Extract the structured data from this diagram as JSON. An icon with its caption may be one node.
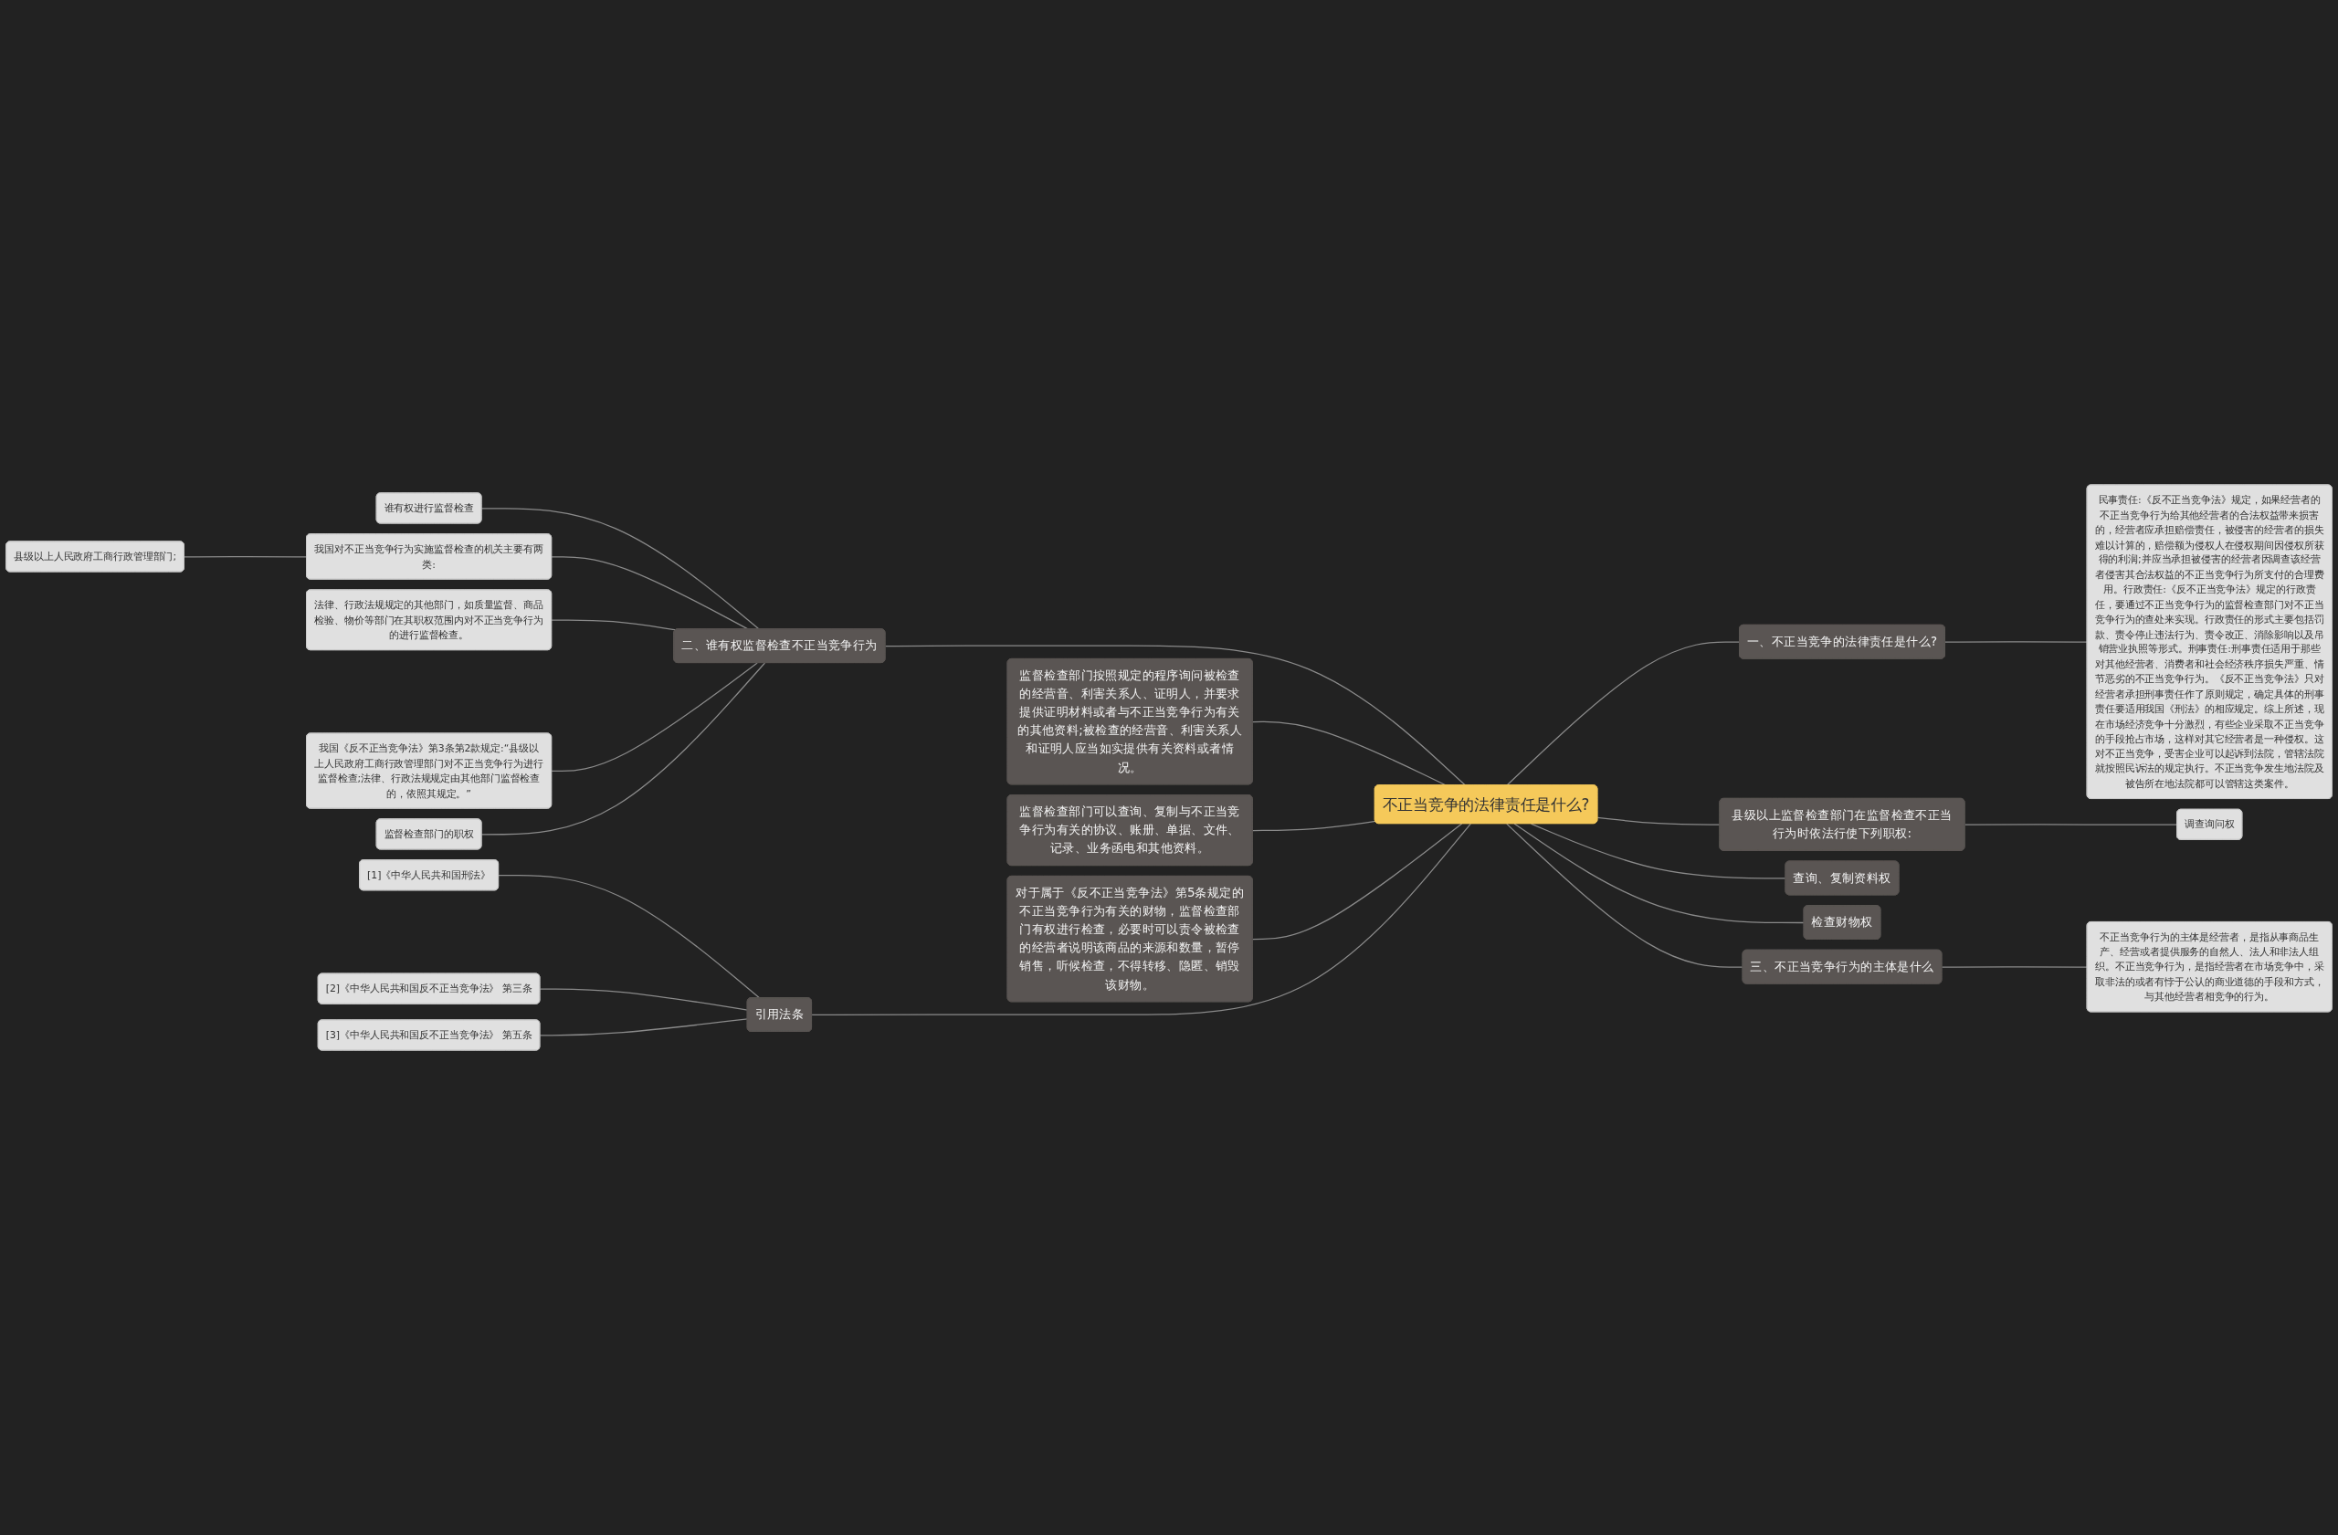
{
  "diagram": {
    "nodes": [
      {
        "text": [
          "不正当竞争的法律责任是什么?"
        ]
      },
      {
        "text": [
          "二、谁有权监督检查不正当竞争行为"
        ]
      },
      {
        "text": [
          "谁有权进行监督检查"
        ]
      },
      {
        "text": [
          "我国对不正当竞争行为实施监督检查的机关主要有两类:"
        ]
      },
      {
        "text": [
          "县级以上人民政府工商行政管理部门;"
        ]
      },
      {
        "text": [
          "法律、行政法规规定的其他部门，如质量监督、商品检验、物价等部门在其职权范围内对不正当竞争行为的进行监督检查。"
        ]
      },
      {
        "text": [
          "我国《反不正当竞争法》第3条第2款规定:“县级以上人民政府工商行政管理部门对不正当竞争行为进行监督检查;法律、行政法规规定由其他部门监督检查的，依照其规定。”"
        ]
      },
      {
        "text": [
          "监督检查部门的职权"
        ]
      },
      {
        "text": [
          "监督检查部门按照规定的程序询问被检查的经营音、利害关系人、证明人，并要求提供证明材料或者与不正当竞争行为有关的其他资料;被检查的经营音、利害关系人和证明人应当如实提供有关资料或者情况。"
        ]
      },
      {
        "text": [
          "监督检查部门可以查询、复制与不正当竞争行为有关的协议、账册、单据、文件、记录、业务函电和其他资料。"
        ]
      },
      {
        "text": [
          "对于属于《反不正当竞争法》第5条规定的不正当竞争行为有关的财物，监督检查部门有权进行检查，必要时可以责令被检查的经营者说明该商品的来源和数量，暂停销售，听候检查，不得转移、隐匿、销毁该财物。"
        ]
      },
      {
        "text": [
          "引用法条"
        ]
      },
      {
        "text": [
          "[1]《中华人民共和国刑法》"
        ]
      },
      {
        "text": [
          "[2]《中华人民共和国反不正当竞争法》 第三条"
        ]
      },
      {
        "text": [
          "[3]《中华人民共和国反不正当竞争法》 第五条"
        ]
      },
      {
        "text": [
          "一、不正当竞争的法律责任是什么?"
        ]
      },
      {
        "text": [
          "民事责任:《反不正当竞争法》规定，如果经营者的不正当竞争行为给其他经营者的合法权益带来损害的，经营者应承担赔偿责任，被侵害的经营者的损失难以计算的，赔偿额为侵权人在侵权期间因侵权所获得的利润;并应当承担被侵害的经营者因调查该经营者侵害其合法权益的不正当竞争行为所支付的合理费用。行政责任:《反不正当竞争法》规定的行政责任，要通过不正当竞争行为的监督检查部门对不正当竞争行为的查处来实现。行政责任的形式主要包括罚款、责令停止违法行为、责令改正、消除影响以及吊销营业执照等形式。刑事责任:刑事责任适用于那些对其他经营者、消费者和社会经济秩序损失严重、情节恶劣的不正当竞争行为。《反不正当竞争法》只对经营者承担刑事责任作了原则规定，确定具体的刑事责任要适用我国《刑法》的相应规定。综上所述，现在市场经济竞争十分激烈，有些企业采取不正当竞争的手段抢占市场，这样对其它经营者是一种侵权。这对不正当竞争，受害企业可以起诉到法院，管辖法院就按照民诉法的规定执行。不正当竞争发生地法院及被告所在地法院都可以管辖这类案件。"
        ]
      },
      {
        "text": [
          "县级以上监督检查部门在监督检查不正当行为时依法行使下列职权:"
        ]
      },
      {
        "text": [
          "调查询问权"
        ]
      },
      {
        "text": [
          "查询、复制资料权"
        ]
      },
      {
        "text": [
          "检查财物权"
        ]
      },
      {
        "text": [
          "三、不正当竞争行为的主体是什么"
        ]
      },
      {
        "text": [
          "不正当竞争行为的主体是经营者，是指从事商品生产、经营或者提供服务的自然人、法人和非法人组织。不正当竞争行为，是指经营者在市场竞争中，采取非法的或者有悖于公认的商业道德的手段和方式，与其他经营者相竞争的行为。"
        ]
      }
    ],
    "edges": [
      {
        "from": 2,
        "to": 1,
        "arrow": "none"
      },
      {
        "from": 4,
        "to": 3,
        "arrow": "none"
      },
      {
        "from": 3,
        "to": 1,
        "arrow": "none"
      },
      {
        "from": 5,
        "to": 1,
        "arrow": "none"
      },
      {
        "from": 6,
        "to": 1,
        "arrow": "none"
      },
      {
        "from": 7,
        "to": 1,
        "arrow": "none"
      },
      {
        "from": 1,
        "to": 0,
        "arrow": "none"
      },
      {
        "from": 8,
        "to": 0,
        "arrow": "none"
      },
      {
        "from": 9,
        "to": 0,
        "arrow": "none"
      },
      {
        "from": 10,
        "to": 0,
        "arrow": "none"
      },
      {
        "from": 12,
        "to": 11,
        "arrow": "none"
      },
      {
        "from": 13,
        "to": 11,
        "arrow": "none"
      },
      {
        "from": 14,
        "to": 11,
        "arrow": "none"
      },
      {
        "from": 11,
        "to": 0,
        "arrow": "none"
      },
      {
        "from": 0,
        "to": 15,
        "arrow": "none"
      },
      {
        "from": 15,
        "to": 16,
        "arrow": "none"
      },
      {
        "from": 0,
        "to": 17,
        "arrow": "none"
      },
      {
        "from": 17,
        "to": 18,
        "arrow": "none"
      },
      {
        "from": 0,
        "to": 19,
        "arrow": "none"
      },
      {
        "from": 0,
        "to": 20,
        "arrow": "none"
      },
      {
        "from": 0,
        "to": 21,
        "arrow": "none"
      },
      {
        "from": 21,
        "to": 22,
        "arrow": "none"
      }
    ]
  }
}
